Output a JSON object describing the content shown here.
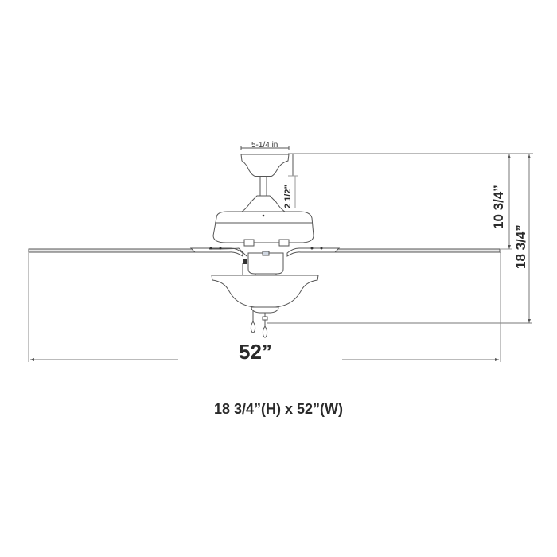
{
  "diagram": {
    "subject": "ceiling-fan-with-light-kit",
    "dimensions": {
      "canopy_width": "5-1/4 in",
      "downrod_height": "2 1/2”",
      "ceiling_to_blade": "10 3/4”",
      "overall_height": "18 3/4”",
      "blade_span": "52”"
    },
    "caption": "18 3/4”(H) x 52”(W)"
  },
  "colors": {
    "line": "#555555",
    "text": "#2a2a2a",
    "fill": "#ffffff",
    "blade": "#e8e8e8"
  }
}
